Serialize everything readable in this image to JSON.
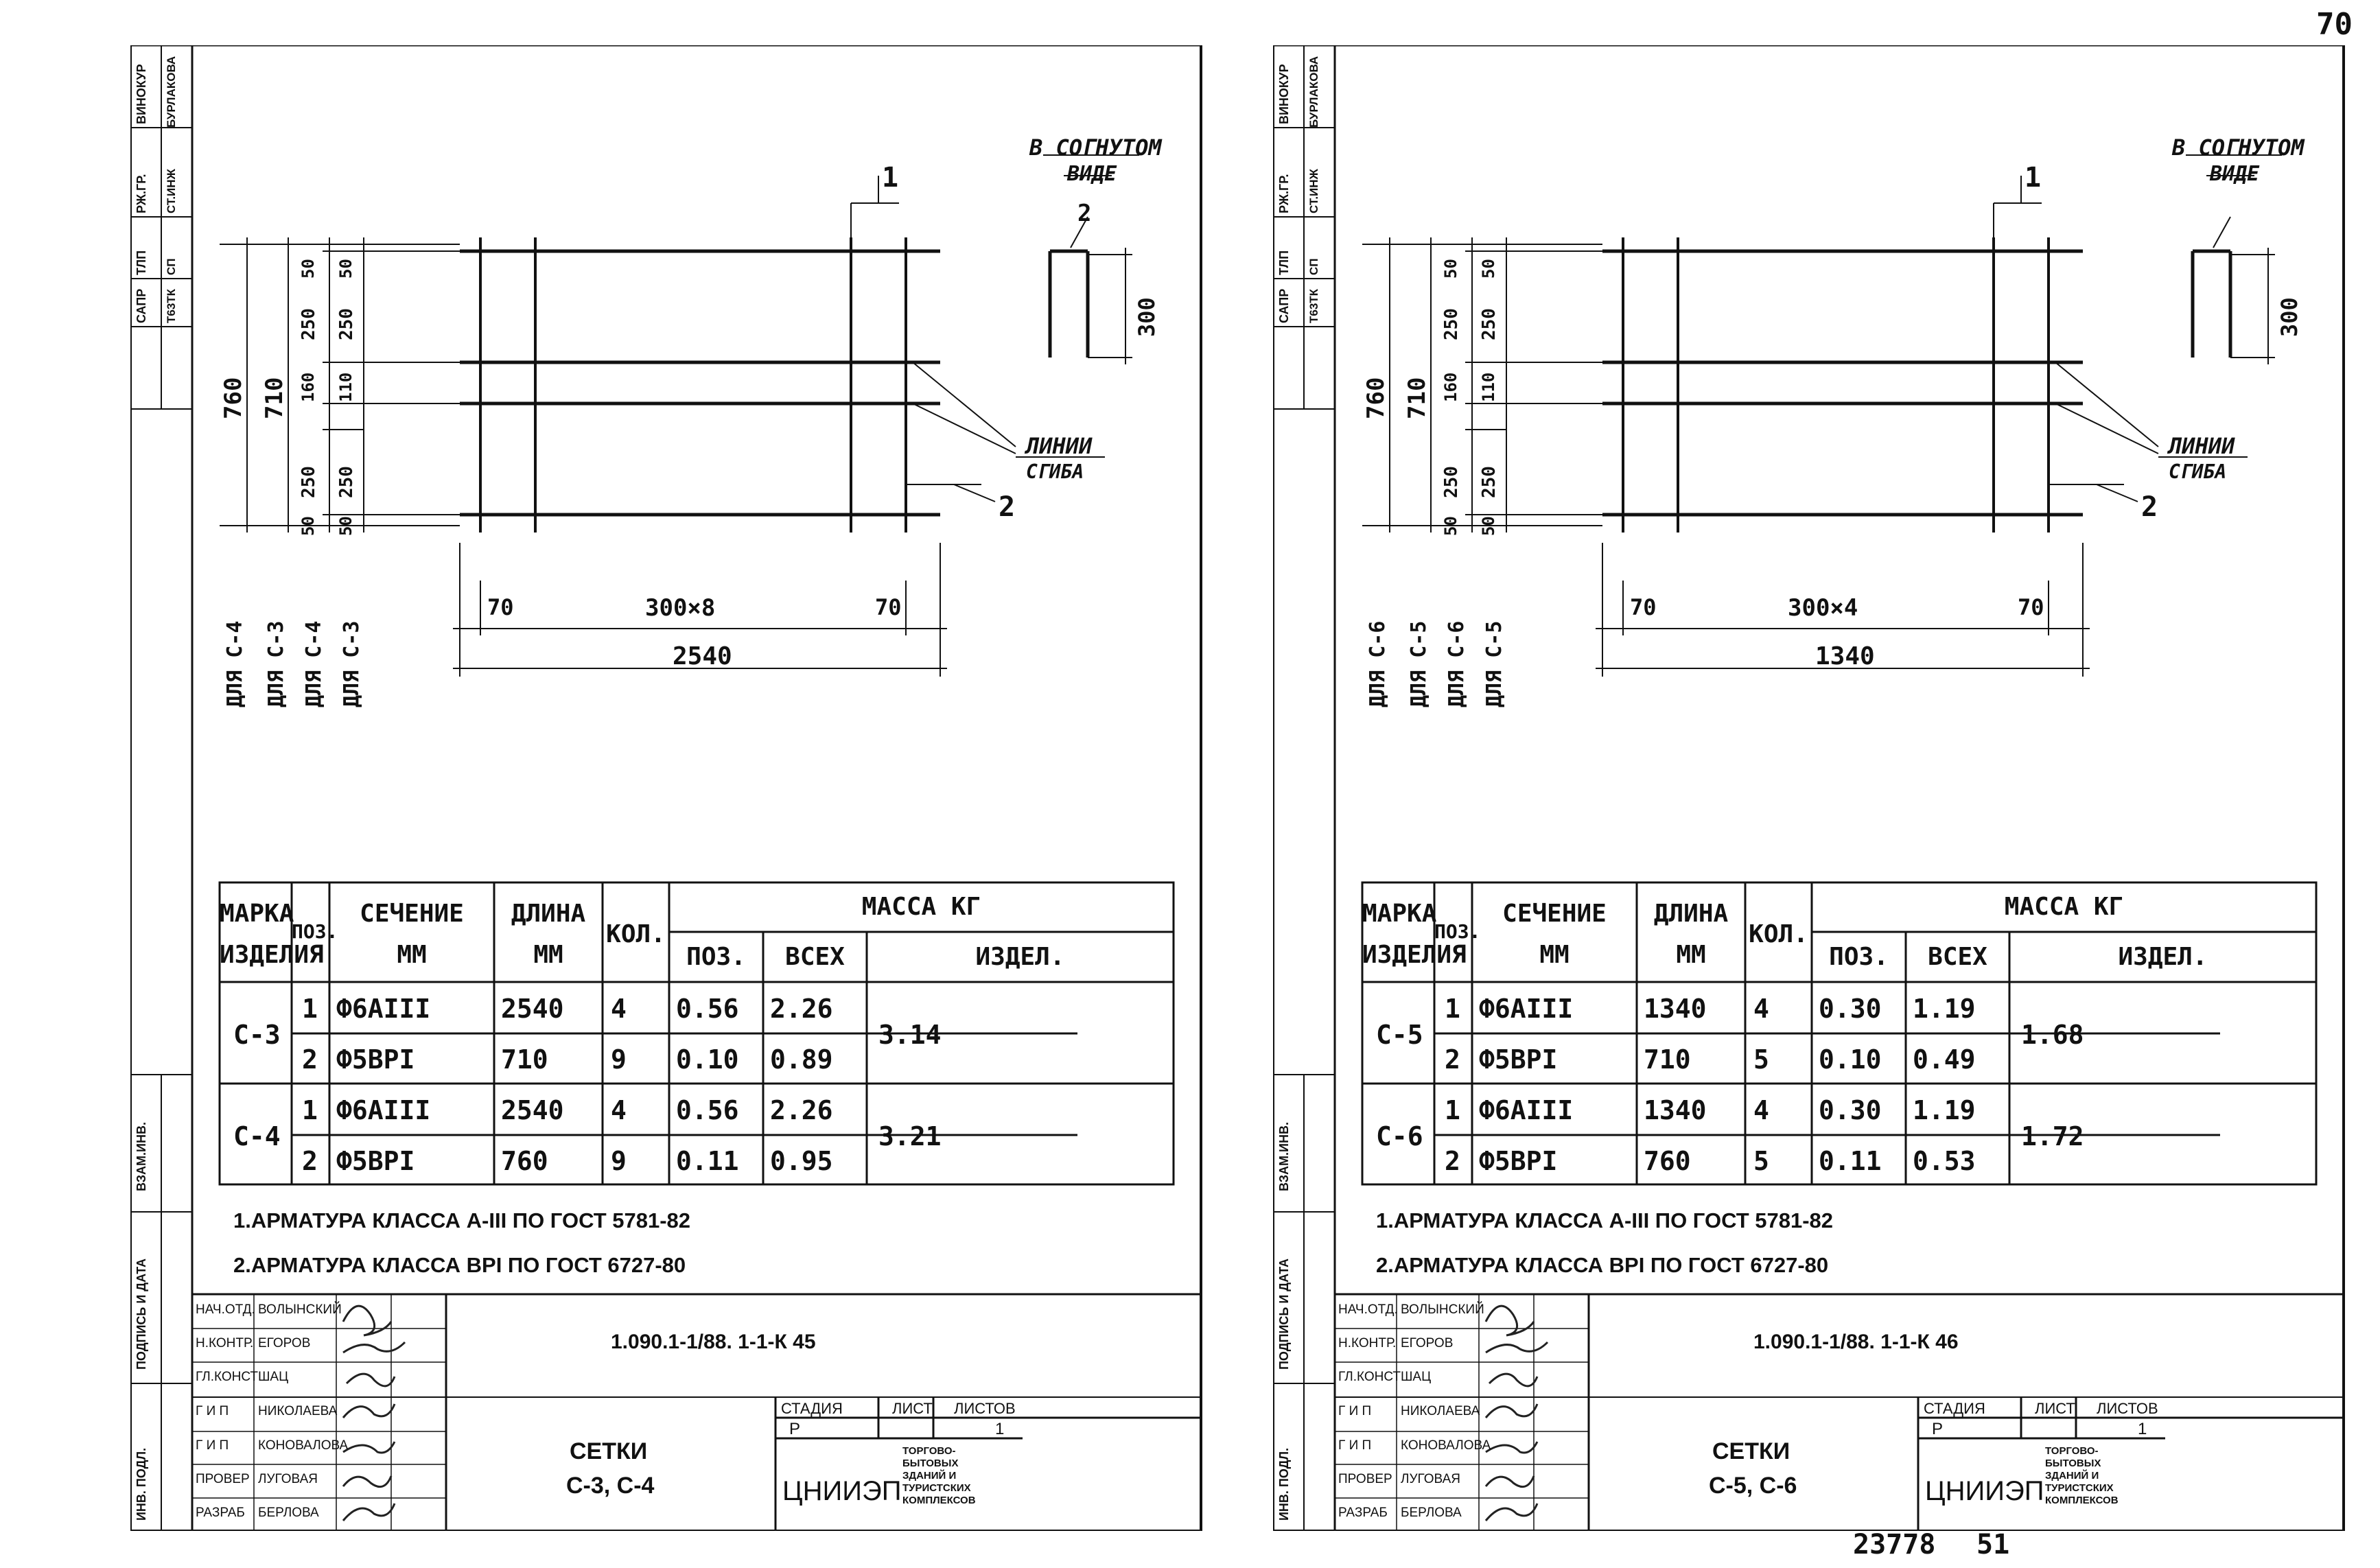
{
  "page_number": "70",
  "archive_number": "23778",
  "archive_suffix": "51",
  "sheets": [
    {
      "bent_view_line1": "В СОГНУТОМ",
      "bent_view_line2": "ВИДЕ",
      "bend_lines_line1": "ЛИНИИ",
      "bend_lines_line2": "СГИБА",
      "pos_1": "1",
      "pos_2": "2",
      "pos_2_side": "2",
      "side_height": "300",
      "dim_left_pad": "70",
      "dim_right_pad": "70",
      "dim_pitch": "300×8",
      "dim_total": "2540",
      "dim_total_height_a": "760",
      "dim_total_height_b": "710",
      "dim_col_a": [
        "50",
        "250",
        "160",
        "250",
        "50"
      ],
      "dim_col_b": [
        "50",
        "250",
        "110",
        "250",
        "50"
      ],
      "for_labels": [
        "ДЛЯ С-4",
        "ДЛЯ С-3",
        "ДЛЯ С-4",
        "ДЛЯ С-3"
      ],
      "table": {
        "h_mark": "МАРКА ИЗДЕЛИЯ",
        "h_mark1": "МАРКА",
        "h_mark2": "ИЗДЕЛИЯ",
        "h_pos": "ПОЗ.",
        "h_sect1": "СЕЧЕНИЕ",
        "h_sect2": "ММ",
        "h_len1": "ДЛИНА",
        "h_len2": "ММ",
        "h_qty": "КОЛ.",
        "h_mass": "МАССА КГ",
        "h_mpos": "ПОЗ.",
        "h_mall": "ВСЕХ",
        "h_mitem": "ИЗДЕЛ.",
        "rows": [
          {
            "mark": "С-3",
            "item_mass": "3.14",
            "p": [
              {
                "pos": "1",
                "sect": "Ф6АIII",
                "len": "2540",
                "qty": "4",
                "mpos": "0.56",
                "mall": "2.26"
              },
              {
                "pos": "2",
                "sect": "Ф5ВРI",
                "len": "710",
                "qty": "9",
                "mpos": "0.10",
                "mall": "0.89"
              }
            ]
          },
          {
            "mark": "С-4",
            "item_mass": "3.21",
            "p": [
              {
                "pos": "1",
                "sect": "Ф6АIII",
                "len": "2540",
                "qty": "4",
                "mpos": "0.56",
                "mall": "2.26"
              },
              {
                "pos": "2",
                "sect": "Ф5ВРI",
                "len": "760",
                "qty": "9",
                "mpos": "0.11",
                "mall": "0.95"
              }
            ]
          }
        ]
      },
      "note1": "1.АРМАТУРА КЛАССА А-III ПО ГОСТ 5781-82",
      "note2": "2.АРМАТУРА КЛАССА ВРI ПО ГОСТ 6727-80",
      "stamp_top": [
        "САПР",
        "ТЛП",
        "РЖ.ГР.",
        "ВИНОКУР"
      ],
      "stamp_bottom": [
        "Т63ТК",
        "СП",
        "СТ.ИНЖ",
        "БУРЛАКОВА"
      ],
      "side_labels": [
        "ВЗАМ.ИНВ.",
        "ПОДПИСЬ И ДАТА",
        "ИНВ. ПОДЛ."
      ],
      "tb_roles": [
        "НАЧ.ОТД.",
        "Н.КОНТР.",
        "ГЛ.КОНСТ",
        "Г И П",
        "Г И П",
        "ПРОВЕР",
        "РАЗРАБ"
      ],
      "tb_names": [
        "ВОЛЫНСКИЙ",
        "ЕГОРОВ",
        "ШАЦ",
        "НИКОЛАЕВА",
        "КОНОВАЛОВА",
        "ЛУГОВАЯ",
        "БЕРЛОВА"
      ],
      "doc_code": "1.090.1-1/88. 1-1-К 45",
      "title1": "СЕТКИ",
      "title2": "С-3, С-4",
      "h_stage": "СТАДИЯ",
      "h_sheet": "ЛИСТ",
      "h_sheets": "ЛИСТОВ",
      "stage": "Р",
      "sheets_count": "1",
      "org": "ЦНИИЭП",
      "org_sub": [
        "ТОРГОВО-",
        "БЫТОВЫХ",
        "ЗДАНИЙ И",
        "ТУРИСТСКИХ",
        "КОМПЛЕКСОВ"
      ]
    },
    {
      "bent_view_line1": "В СОГНУТОМ",
      "bent_view_line2": "ВИДЕ",
      "bend_lines_line1": "ЛИНИИ",
      "bend_lines_line2": "СГИБА",
      "pos_1": "1",
      "pos_2": "2",
      "pos_2_side": "",
      "side_height": "300",
      "dim_left_pad": "70",
      "dim_right_pad": "70",
      "dim_pitch": "300×4",
      "dim_total": "1340",
      "dim_total_height_a": "760",
      "dim_total_height_b": "710",
      "dim_col_a": [
        "50",
        "250",
        "160",
        "250",
        "50"
      ],
      "dim_col_b": [
        "50",
        "250",
        "110",
        "250",
        "50"
      ],
      "for_labels": [
        "ДЛЯ С-6",
        "ДЛЯ С-5",
        "ДЛЯ С-6",
        "ДЛЯ С-5"
      ],
      "table": {
        "h_mark": "МАРКА ИЗДЕЛИЯ",
        "h_mark1": "МАРКА",
        "h_mark2": "ИЗДЕЛИЯ",
        "h_pos": "ПОЗ.",
        "h_sect1": "СЕЧЕНИЕ",
        "h_sect2": "ММ",
        "h_len1": "ДЛИНА",
        "h_len2": "ММ",
        "h_qty": "КОЛ.",
        "h_mass": "МАССА КГ",
        "h_mpos": "ПОЗ.",
        "h_mall": "ВСЕХ",
        "h_mitem": "ИЗДЕЛ.",
        "rows": [
          {
            "mark": "С-5",
            "item_mass": "1.68",
            "p": [
              {
                "pos": "1",
                "sect": "Ф6АIII",
                "len": "1340",
                "qty": "4",
                "mpos": "0.30",
                "mall": "1.19"
              },
              {
                "pos": "2",
                "sect": "Ф5ВРI",
                "len": "710",
                "qty": "5",
                "mpos": "0.10",
                "mall": "0.49"
              }
            ]
          },
          {
            "mark": "С-6",
            "item_mass": "1.72",
            "p": [
              {
                "pos": "1",
                "sect": "Ф6АIII",
                "len": "1340",
                "qty": "4",
                "mpos": "0.30",
                "mall": "1.19"
              },
              {
                "pos": "2",
                "sect": "Ф5ВРI",
                "len": "760",
                "qty": "5",
                "mpos": "0.11",
                "mall": "0.53"
              }
            ]
          }
        ]
      },
      "note1": "1.АРМАТУРА КЛАССА А-III ПО ГОСТ 5781-82",
      "note2": "2.АРМАТУРА КЛАССА ВРI ПО ГОСТ 6727-80",
      "stamp_top": [
        "САПР",
        "ТЛП",
        "РЖ.ГР.",
        "ВИНОКУР"
      ],
      "stamp_bottom": [
        "Т63ТК",
        "СП",
        "СТ.ИНЖ",
        "БУРЛАКОВА"
      ],
      "side_labels": [
        "ВЗАМ.ИНВ.",
        "ПОДПИСЬ И ДАТА",
        "ИНВ. ПОДЛ."
      ],
      "tb_roles": [
        "НАЧ.ОТД.",
        "Н.КОНТР.",
        "ГЛ.КОНСТ",
        "Г И П",
        "Г И П",
        "ПРОВЕР",
        "РАЗРАБ"
      ],
      "tb_names": [
        "ВОЛЫНСКИЙ",
        "ЕГОРОВ",
        "ШАЦ",
        "НИКОЛАЕВА",
        "КОНОВАЛОВА",
        "ЛУГОВАЯ",
        "БЕРЛОВА"
      ],
      "doc_code": "1.090.1-1/88. 1-1-К 46",
      "title1": "СЕТКИ",
      "title2": "С-5, С-6",
      "h_stage": "СТАДИЯ",
      "h_sheet": "ЛИСТ",
      "h_sheets": "ЛИСТОВ",
      "stage": "Р",
      "sheets_count": "1",
      "org": "ЦНИИЭП",
      "org_sub": [
        "ТОРГОВО-",
        "БЫТОВЫХ",
        "ЗДАНИЙ И",
        "ТУРИСТСКИХ",
        "КОМПЛЕКСОВ"
      ]
    }
  ]
}
